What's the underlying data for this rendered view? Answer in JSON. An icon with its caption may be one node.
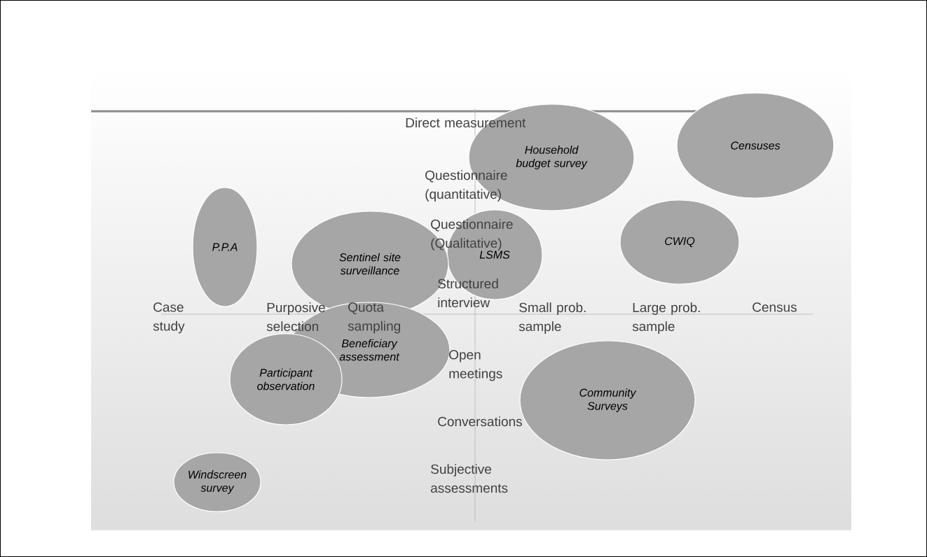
{
  "diagram": {
    "nodes": [
      {
        "text": [
          "Household budget survey"
        ]
      },
      {
        "text": [
          "Censuses"
        ]
      },
      {
        "text": [
          "P.P.A"
        ]
      },
      {
        "text": [
          "CWIQ"
        ]
      },
      {
        "text": [
          "LSMS"
        ]
      },
      {
        "text": [
          "Sentinel site surveillance"
        ]
      },
      {
        "text": [
          "Beneficiary assessment"
        ]
      },
      {
        "text": [
          "Participant observation"
        ]
      },
      {
        "text": [
          "Community Surveys"
        ]
      },
      {
        "text": [
          "Windscreen survey"
        ]
      }
    ],
    "labels": [
      "Direct measurement",
      "Questionnaire (quantitative)",
      "Questionnaire (Qualitative)",
      "Structured interview",
      "Case study",
      "Purposive selection",
      "Quota sampling",
      "Small prob. sample",
      "Large prob. sample",
      "Census",
      "Open meetings",
      "Conversations",
      "Subjective assessments"
    ]
  }
}
